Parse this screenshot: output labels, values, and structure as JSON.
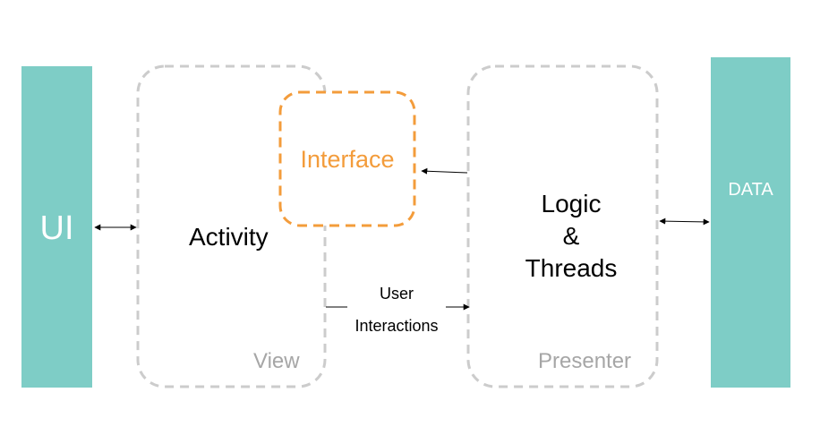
{
  "colors": {
    "teal": "#7ecdc6",
    "dashed_gray": "#cccccc",
    "interface_orange": "#f39c3b",
    "caption_gray": "#a6a6a6",
    "arrow_black": "#000000",
    "background": "#ffffff"
  },
  "blocks": {
    "ui": {
      "label": "UI"
    },
    "data": {
      "label": "DATA"
    }
  },
  "groups": {
    "view": {
      "caption": "View",
      "inner_label": "Activity"
    },
    "presenter": {
      "caption": "Presenter",
      "line1": "Logic",
      "line2": "&",
      "line3": "Threads"
    },
    "interface": {
      "label": "Interface"
    }
  },
  "connections": {
    "user_interactions": {
      "line1": "User",
      "line2": "Interactions"
    }
  }
}
